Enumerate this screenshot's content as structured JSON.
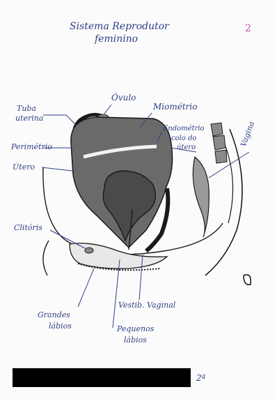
{
  "title": {
    "line1": "Sistema Reprodutor",
    "line2": "feminino"
  },
  "page_number": "2",
  "labels": {
    "tuba_uterina_l1": "Tuba",
    "tuba_uterina_l2": "uterina",
    "perimetrio": "Perimétrio",
    "utero": "Útero",
    "clitoris": "Clitóris",
    "ovulo": "Óvulo",
    "miometrio": "Miométrio",
    "endometrio": "Endométrio",
    "colo_l1": "colo do",
    "colo_l2": "útero",
    "vagina": "Vagina",
    "grandes_l1": "Grandes",
    "grandes_l2": "lábios",
    "vestibulo": "Vestib. Vaginal",
    "pequenos_l1": "Pequenos",
    "pequenos_l2": "lábios"
  },
  "footer": {
    "serie": "2ª"
  },
  "colors": {
    "ink": "#2f3f86",
    "dark_fill": "#5a5a5a",
    "mid_fill": "#8a8a8a",
    "outline": "#1a1a1a"
  }
}
